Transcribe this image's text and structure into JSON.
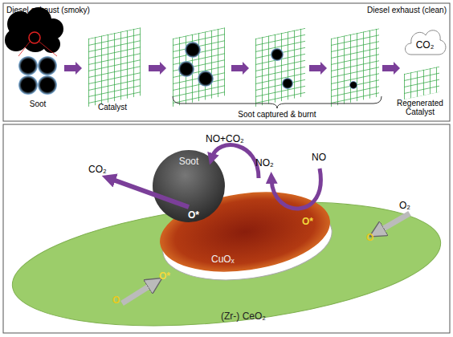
{
  "diagram": {
    "nodes": [
      {
        "text": [
          "CO₂"
        ]
      },
      {
        "text": [
          "Soot"
        ]
      },
      {
        "text": [
          "(Zr-) CeO₂"
        ]
      },
      {
        "text": [
          "CuOₓ"
        ],
        "in": 2
      }
    ],
    "labels": [
      "Diesel exhaust (smoky)",
      "Diesel exhaust (clean)",
      "Soot",
      "Catalyst",
      "Soot captured & burnt",
      "Regenerated Catalyst",
      "NO+CO₂",
      "NO₂",
      "NO",
      "CO₂",
      "O*",
      "O₂",
      "O*",
      "O",
      "O*",
      "O"
    ]
  }
}
